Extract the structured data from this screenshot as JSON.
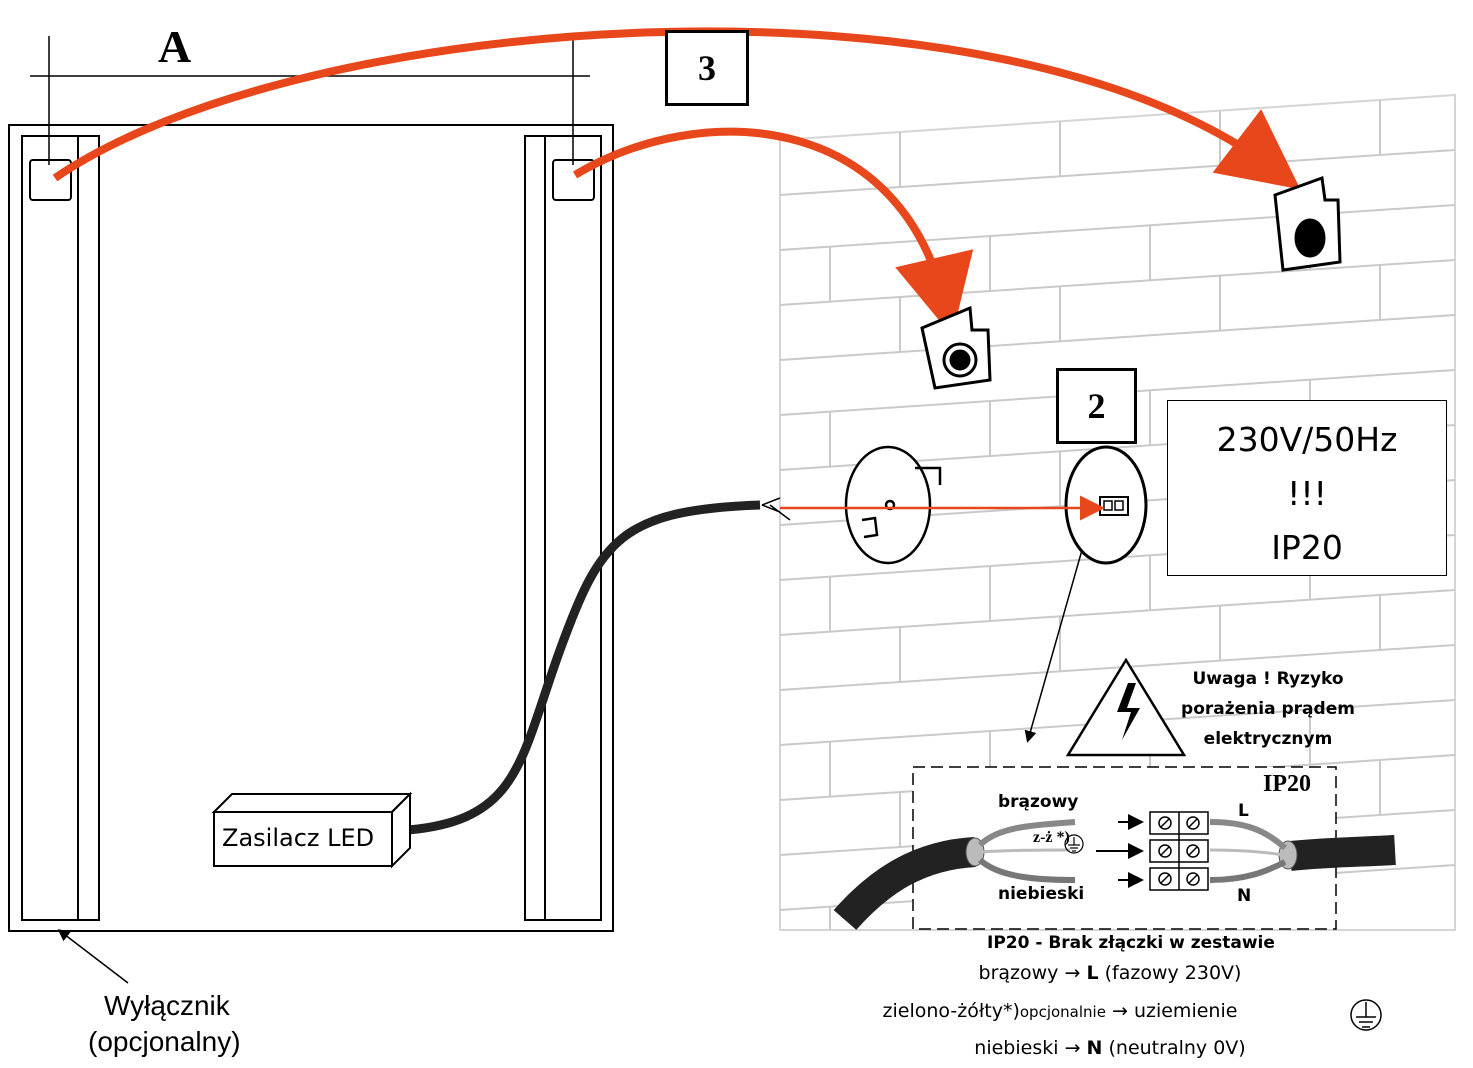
{
  "labels": {
    "dimension": "A",
    "step3": "3",
    "step2": "2",
    "psu": "Zasilacz LED",
    "switch_line1": "Wyłącznik",
    "switch_line2": "(opcjonalny)"
  },
  "spec": {
    "voltage": "230V/50Hz",
    "exclaim": "!!!",
    "ip": "IP20"
  },
  "warning": {
    "line1": "Uwaga ! Ryzyko",
    "line2": "porażenia prądem",
    "line3": "elektrycznym"
  },
  "detail": {
    "ip_label": "IP20",
    "brown": "brązowy",
    "green_yellow": "z-ż *)",
    "blue": "niebieski",
    "L": "L",
    "N": "N",
    "caption": "IP20 - Brak złączki w zestawie"
  },
  "legend": {
    "row1_a": "brązowy",
    "row1_arrow": "→",
    "row1_b": "L",
    "row1_c": "(fazowy 230V)",
    "row2_a": "zielono-żółty*)",
    "row2_small": "opcjonalnie",
    "row2_arrow": "→",
    "row2_b": "uziemienie",
    "row3_a": "niebieski",
    "row3_arrow": "→",
    "row3_b": "N",
    "row3_c": "(neutralny 0V)"
  },
  "colors": {
    "arrow_red": "#e8471b",
    "brick_lines": "#c9c9c9"
  }
}
